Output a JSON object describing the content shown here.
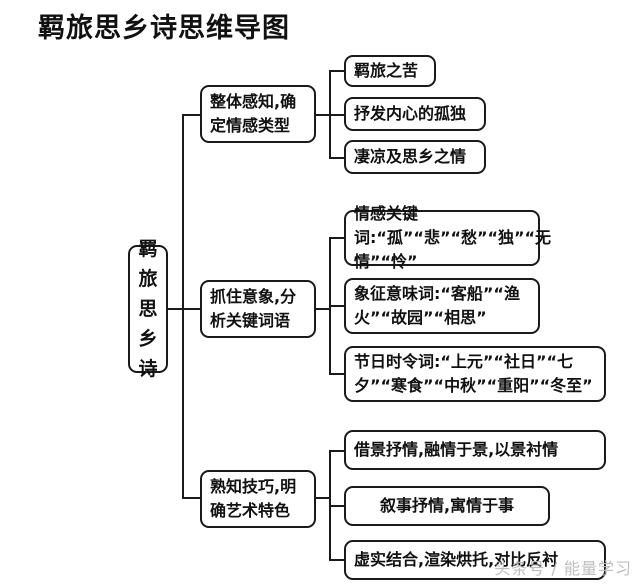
{
  "title": "羁旅思乡诗思维导图",
  "root": {
    "chars": [
      "羁",
      "旅",
      "思",
      "乡",
      "诗"
    ]
  },
  "branches": [
    {
      "label": "整体感知,确定情感类型",
      "children": [
        "羁旅之苦",
        "抒发内心的孤独",
        "凄凉及思乡之情"
      ]
    },
    {
      "label": "抓住意象,分析关键词语",
      "children": [
        "情感关键词:“孤”“悲”“愁”“独”“无情”“怜”",
        "象征意味词:“客船”“渔火”“故园”“相思”",
        "节日时令词:“上元”“社日”“七夕”“寒食”“中秋”“重阳”“冬至”"
      ]
    },
    {
      "label": "熟知技巧,明确艺术特色",
      "children": [
        "借景抒情,融情于景,以景衬情",
        "叙事抒情,寓情于事",
        "虚实结合,渲染烘托,对比反衬"
      ]
    }
  ],
  "watermark": "头条号 / 能量学习"
}
